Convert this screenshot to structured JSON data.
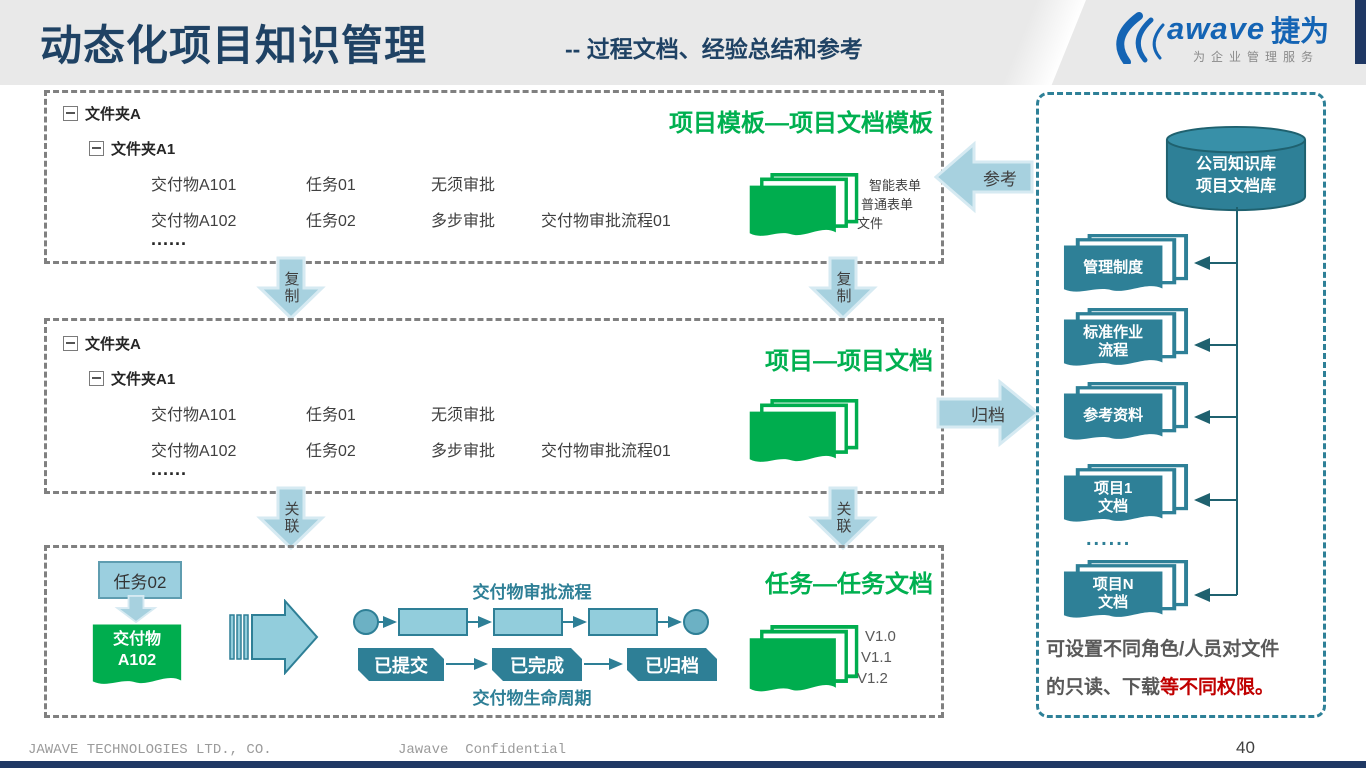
{
  "colors": {
    "navy": "#1f4264",
    "green": "#00b050",
    "teal": "#2e7f96",
    "light_blue": "#a7d1df",
    "red": "#c00000",
    "logo_blue": "#1464b4"
  },
  "header": {
    "title": "动态化项目知识管理",
    "subtitle": "-- 过程文档、经验总结和参考",
    "logo_brand": "awave",
    "logo_brand_cn": "捷为",
    "logo_tagline": "为企业管理服务"
  },
  "tree": {
    "root": "文件夹A",
    "sub": "文件夹A1",
    "rows": [
      {
        "c1": "交付物A101",
        "c2": "任务01",
        "c3": "无须审批",
        "c4": ""
      },
      {
        "c1": "交付物A102",
        "c2": "任务02",
        "c3": "多步审批",
        "c4": "交付物审批流程01"
      }
    ],
    "more": "......"
  },
  "box1": {
    "title": "项目模板—项目文档模板",
    "doc_label1": "智能表单",
    "doc_label2": "普通表单",
    "doc_label3": "文件"
  },
  "box2": {
    "title": "项目—项目文档"
  },
  "box3": {
    "title": "任务—任务文档",
    "task": "任务02",
    "deliverable": "交付物\nA102",
    "workflow_label": "交付物审批流程",
    "lifecycle_label": "交付物生命周期",
    "status1": "已提交",
    "status2": "已完成",
    "status3": "已归档",
    "v1": "V1.0",
    "v2": "V1.1",
    "v3": "V1.2"
  },
  "arrows": {
    "copy": "复制",
    "relate": "关联",
    "reference": "参考",
    "archive": "归档"
  },
  "panel": {
    "db": "公司知识库\n项目文档库",
    "doc1": "管理制度",
    "doc2": "标准作业\n流程",
    "doc3": "参考资料",
    "doc4": "项目1\n文档",
    "doc5": "项目N\n文档",
    "more": "......",
    "note1": "可设置不同角色/人员对文件",
    "note2_gray": "的只读、下载",
    "note2_red": "等不同权限。"
  },
  "footer": {
    "company": "JAWAVE TECHNOLOGIES LTD., CO.",
    "confidential": "Jawave  Confidential",
    "page": "40"
  }
}
